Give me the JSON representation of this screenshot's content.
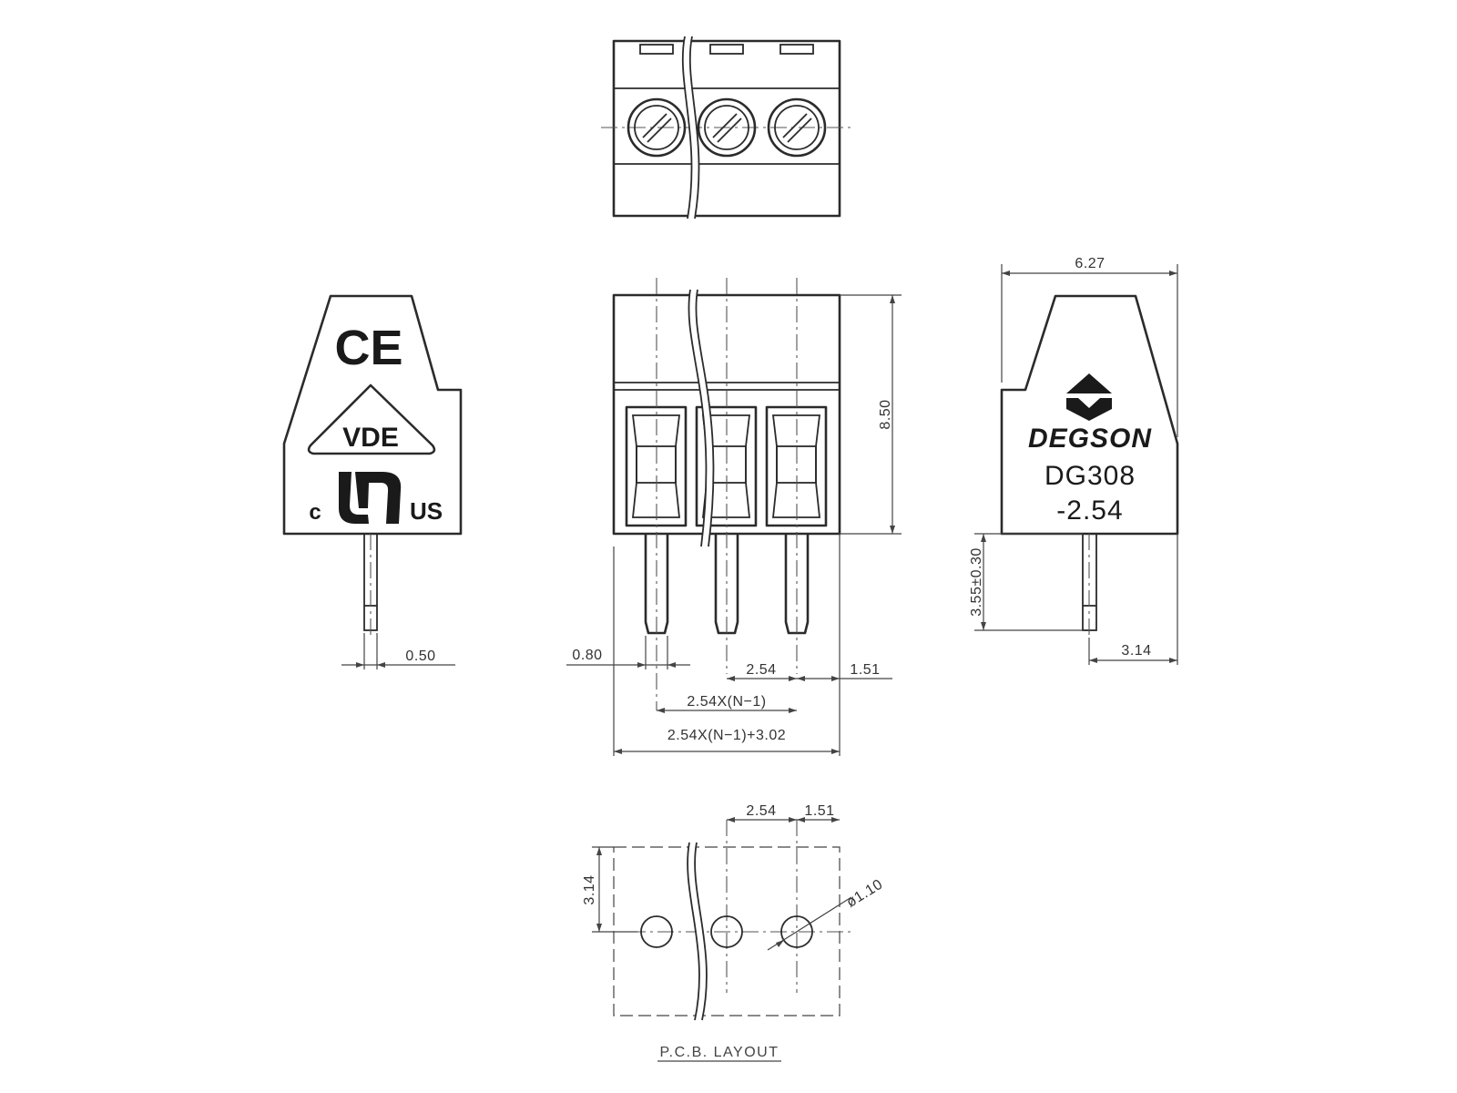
{
  "side_left": {
    "marks": {
      "ce": "CE",
      "vde": "VDE",
      "ul_prefix": "c",
      "ul_suffix": "US"
    },
    "dim_pin_thickness": "0.50"
  },
  "front": {
    "dims": {
      "height": "8.50",
      "pin_width": "0.80",
      "pitch": "2.54",
      "edge": "1.51",
      "span_inner": "2.54X(N−1)",
      "span_total": "2.54X(N−1)+3.02"
    }
  },
  "side_right": {
    "brand": "DEGSON",
    "model_line1": "DG308",
    "model_line2": "-2.54",
    "dims": {
      "depth": "6.27",
      "pin_length": "3.55±0.30",
      "pin_offset": "3.14"
    }
  },
  "pcb": {
    "dims": {
      "pitch": "2.54",
      "edge": "1.51",
      "offset": "3.14",
      "hole": "ø1.10"
    },
    "caption": "P.C.B. LAYOUT"
  },
  "colors": {
    "line": "#2b2b2b",
    "background": "#ffffff"
  }
}
